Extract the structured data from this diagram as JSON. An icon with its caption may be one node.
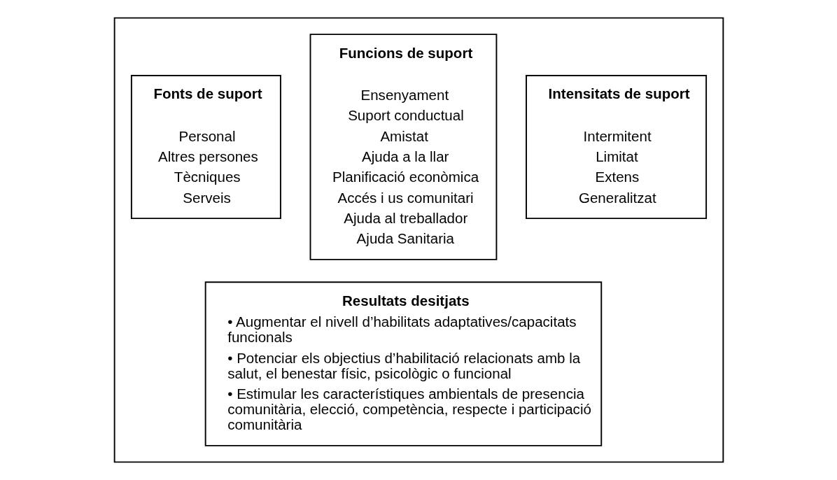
{
  "diagram": {
    "nodes": [
      {
        "text": [],
        "shape": "box"
      },
      {
        "text": [
          "Fonts de suport",
          "Personal",
          "Altres persones",
          "Tècniques",
          "Serveis"
        ],
        "in": 0
      },
      {
        "text": [
          "Funcions de suport",
          "Ensenyament",
          "Suport conductual",
          "Amistat",
          "Ajuda a la llar",
          "Planificació econòmica",
          "Accés i us comunitari",
          "Ajuda al treballador",
          "Ajuda Sanitaria"
        ],
        "in": 0
      },
      {
        "text": [
          "Intensitats de suport",
          "Intermitent",
          "Limitat",
          "Extens",
          "Generalitzat"
        ],
        "in": 0
      },
      {
        "text": [
          "Resultats desitjats",
          "• Augmentar el nivell d’habilitats adaptatives/capacitats funcionals",
          "• Potenciar els objectius d’habilitació relacionats amb la salut, el benestar físic, psicològic o funcional",
          "• Estimular les característiques ambientals de presencia comunitària, elecció, competència, respecte i participació comunitària"
        ],
        "in": 0
      }
    ],
    "edges": []
  }
}
